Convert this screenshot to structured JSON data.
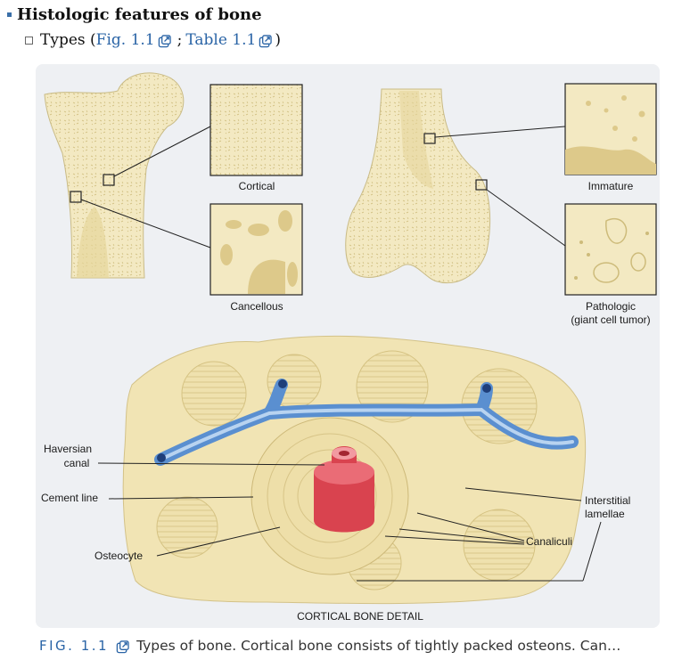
{
  "section": {
    "title": "Histologic features of bone",
    "sub_label": "Types (",
    "fig_link": "Fig. 1.1",
    "separator": ";",
    "table_link": "Table 1.1",
    "closing": ")"
  },
  "figure": {
    "labels": {
      "cortical": "Cortical",
      "cancellous": "Cancellous",
      "immature": "Immature",
      "pathologic_1": "Pathologic",
      "pathologic_2": "(giant cell tumor)",
      "haversian_1": "Haversian",
      "haversian_2": "canal",
      "cement_line": "Cement line",
      "osteocyte": "Osteocyte",
      "interstitial_1": "Interstitial",
      "interstitial_2": "lamellae",
      "canaliculi": "Canaliculi",
      "detail_title": "CORTICAL BONE DETAIL"
    },
    "colors": {
      "bone": "#f3e9c2",
      "bone_stroke": "#c9bb86",
      "vessel": "#5a8fd0",
      "canal": "#d9434f"
    }
  },
  "caption": {
    "fig_id": "FIG. 1.1",
    "text": "Types of bone. Cortical bone consists of tightly packed osteons. Can…"
  },
  "icons": {
    "external_link": "external-link-icon"
  }
}
